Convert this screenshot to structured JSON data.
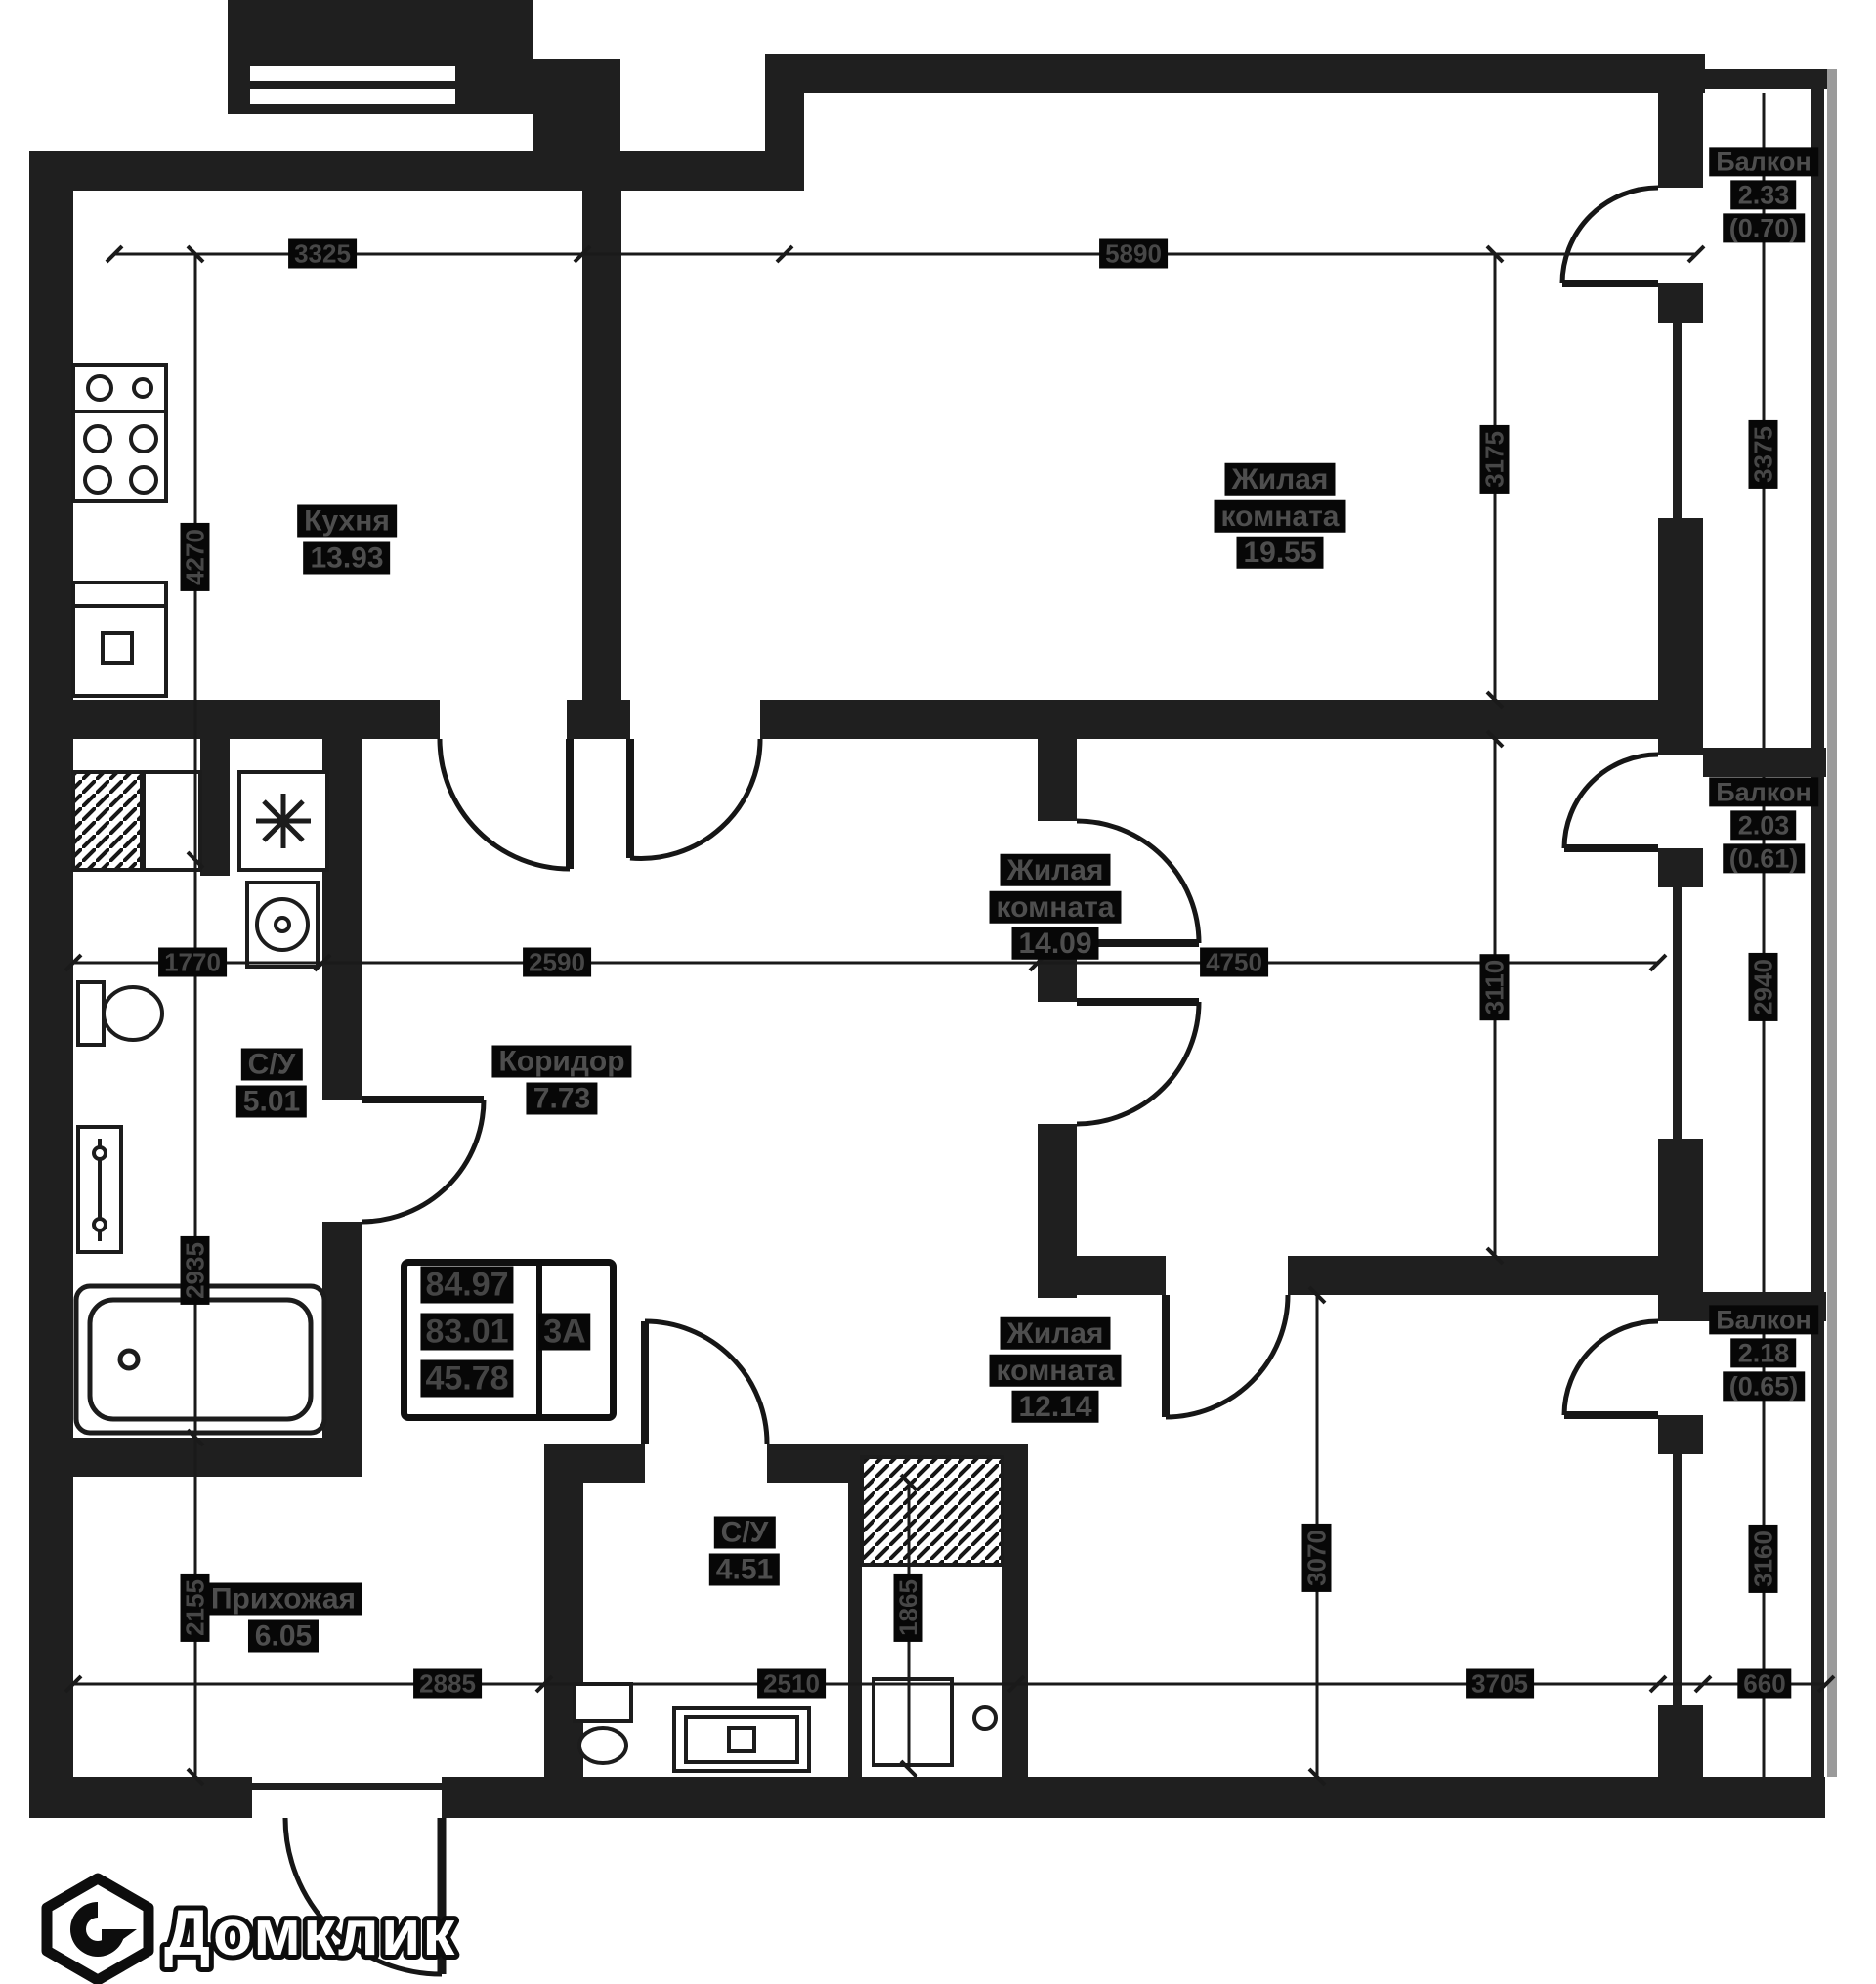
{
  "brand": {
    "name": "Домклик"
  },
  "plan": {
    "rooms": {
      "kitchen": {
        "name": "Кухня",
        "area": "13.93"
      },
      "living1": {
        "name": "Жилая комната",
        "area": "19.55"
      },
      "living2": {
        "name": "Жилая комната",
        "area": "14.09"
      },
      "living3": {
        "name": "Жилая комната",
        "area": "12.14"
      },
      "corridor": {
        "name": "Коридор",
        "area": "7.73"
      },
      "bathroom1": {
        "name": "С/У",
        "area": "5.01"
      },
      "bathroom2": {
        "name": "С/У",
        "area": "4.51"
      },
      "hallway": {
        "name": "Прихожая",
        "area": "6.05"
      }
    },
    "balconies": {
      "top": {
        "name": "Балкон",
        "area": "2.33",
        "reduced": "(0.70)",
        "length_dim": "3375"
      },
      "middle": {
        "name": "Балкон",
        "area": "2.03",
        "reduced": "(0.61)",
        "length_dim": "2940"
      },
      "bottom": {
        "name": "Балкон",
        "area": "2.18",
        "reduced": "(0.65)",
        "length_dim": "3160"
      }
    },
    "stamp": {
      "total_area": "84.97",
      "reduced_area": "83.01",
      "living_area": "45.78",
      "section": "3А"
    },
    "dims": {
      "kitchen_w": "3325",
      "living1_w": "5890",
      "kitchen_h": "4270",
      "bath1_h": "2935",
      "hall_h": "2155",
      "bath1_w": "1770",
      "corridor_w": "2590",
      "living2_w": "4750",
      "living1_h": "3175",
      "living2_h": "3110",
      "living3_h": "3070",
      "shaft_h": "1865",
      "hall_w": "2885",
      "bath2_w": "2510",
      "living3_w": "3705",
      "balcony_w": "660"
    }
  }
}
